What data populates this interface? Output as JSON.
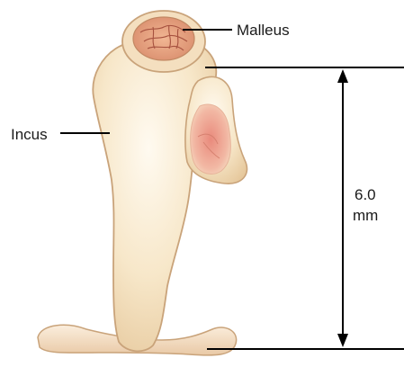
{
  "labels": {
    "malleus": "Malleus",
    "incus": "Incus",
    "dimension_value": "6.0",
    "dimension_unit": "mm"
  },
  "colors": {
    "bone_fill": "#f6e6c8",
    "bone_light": "#fdf6e6",
    "bone_shadow": "#e2c497",
    "outline": "#c9a37a",
    "cartilage_pink": "#ec9d8f",
    "malleus_inner": "#e2a07c",
    "malleus_lines": "#b55d4c",
    "leader_line": "#000000"
  }
}
